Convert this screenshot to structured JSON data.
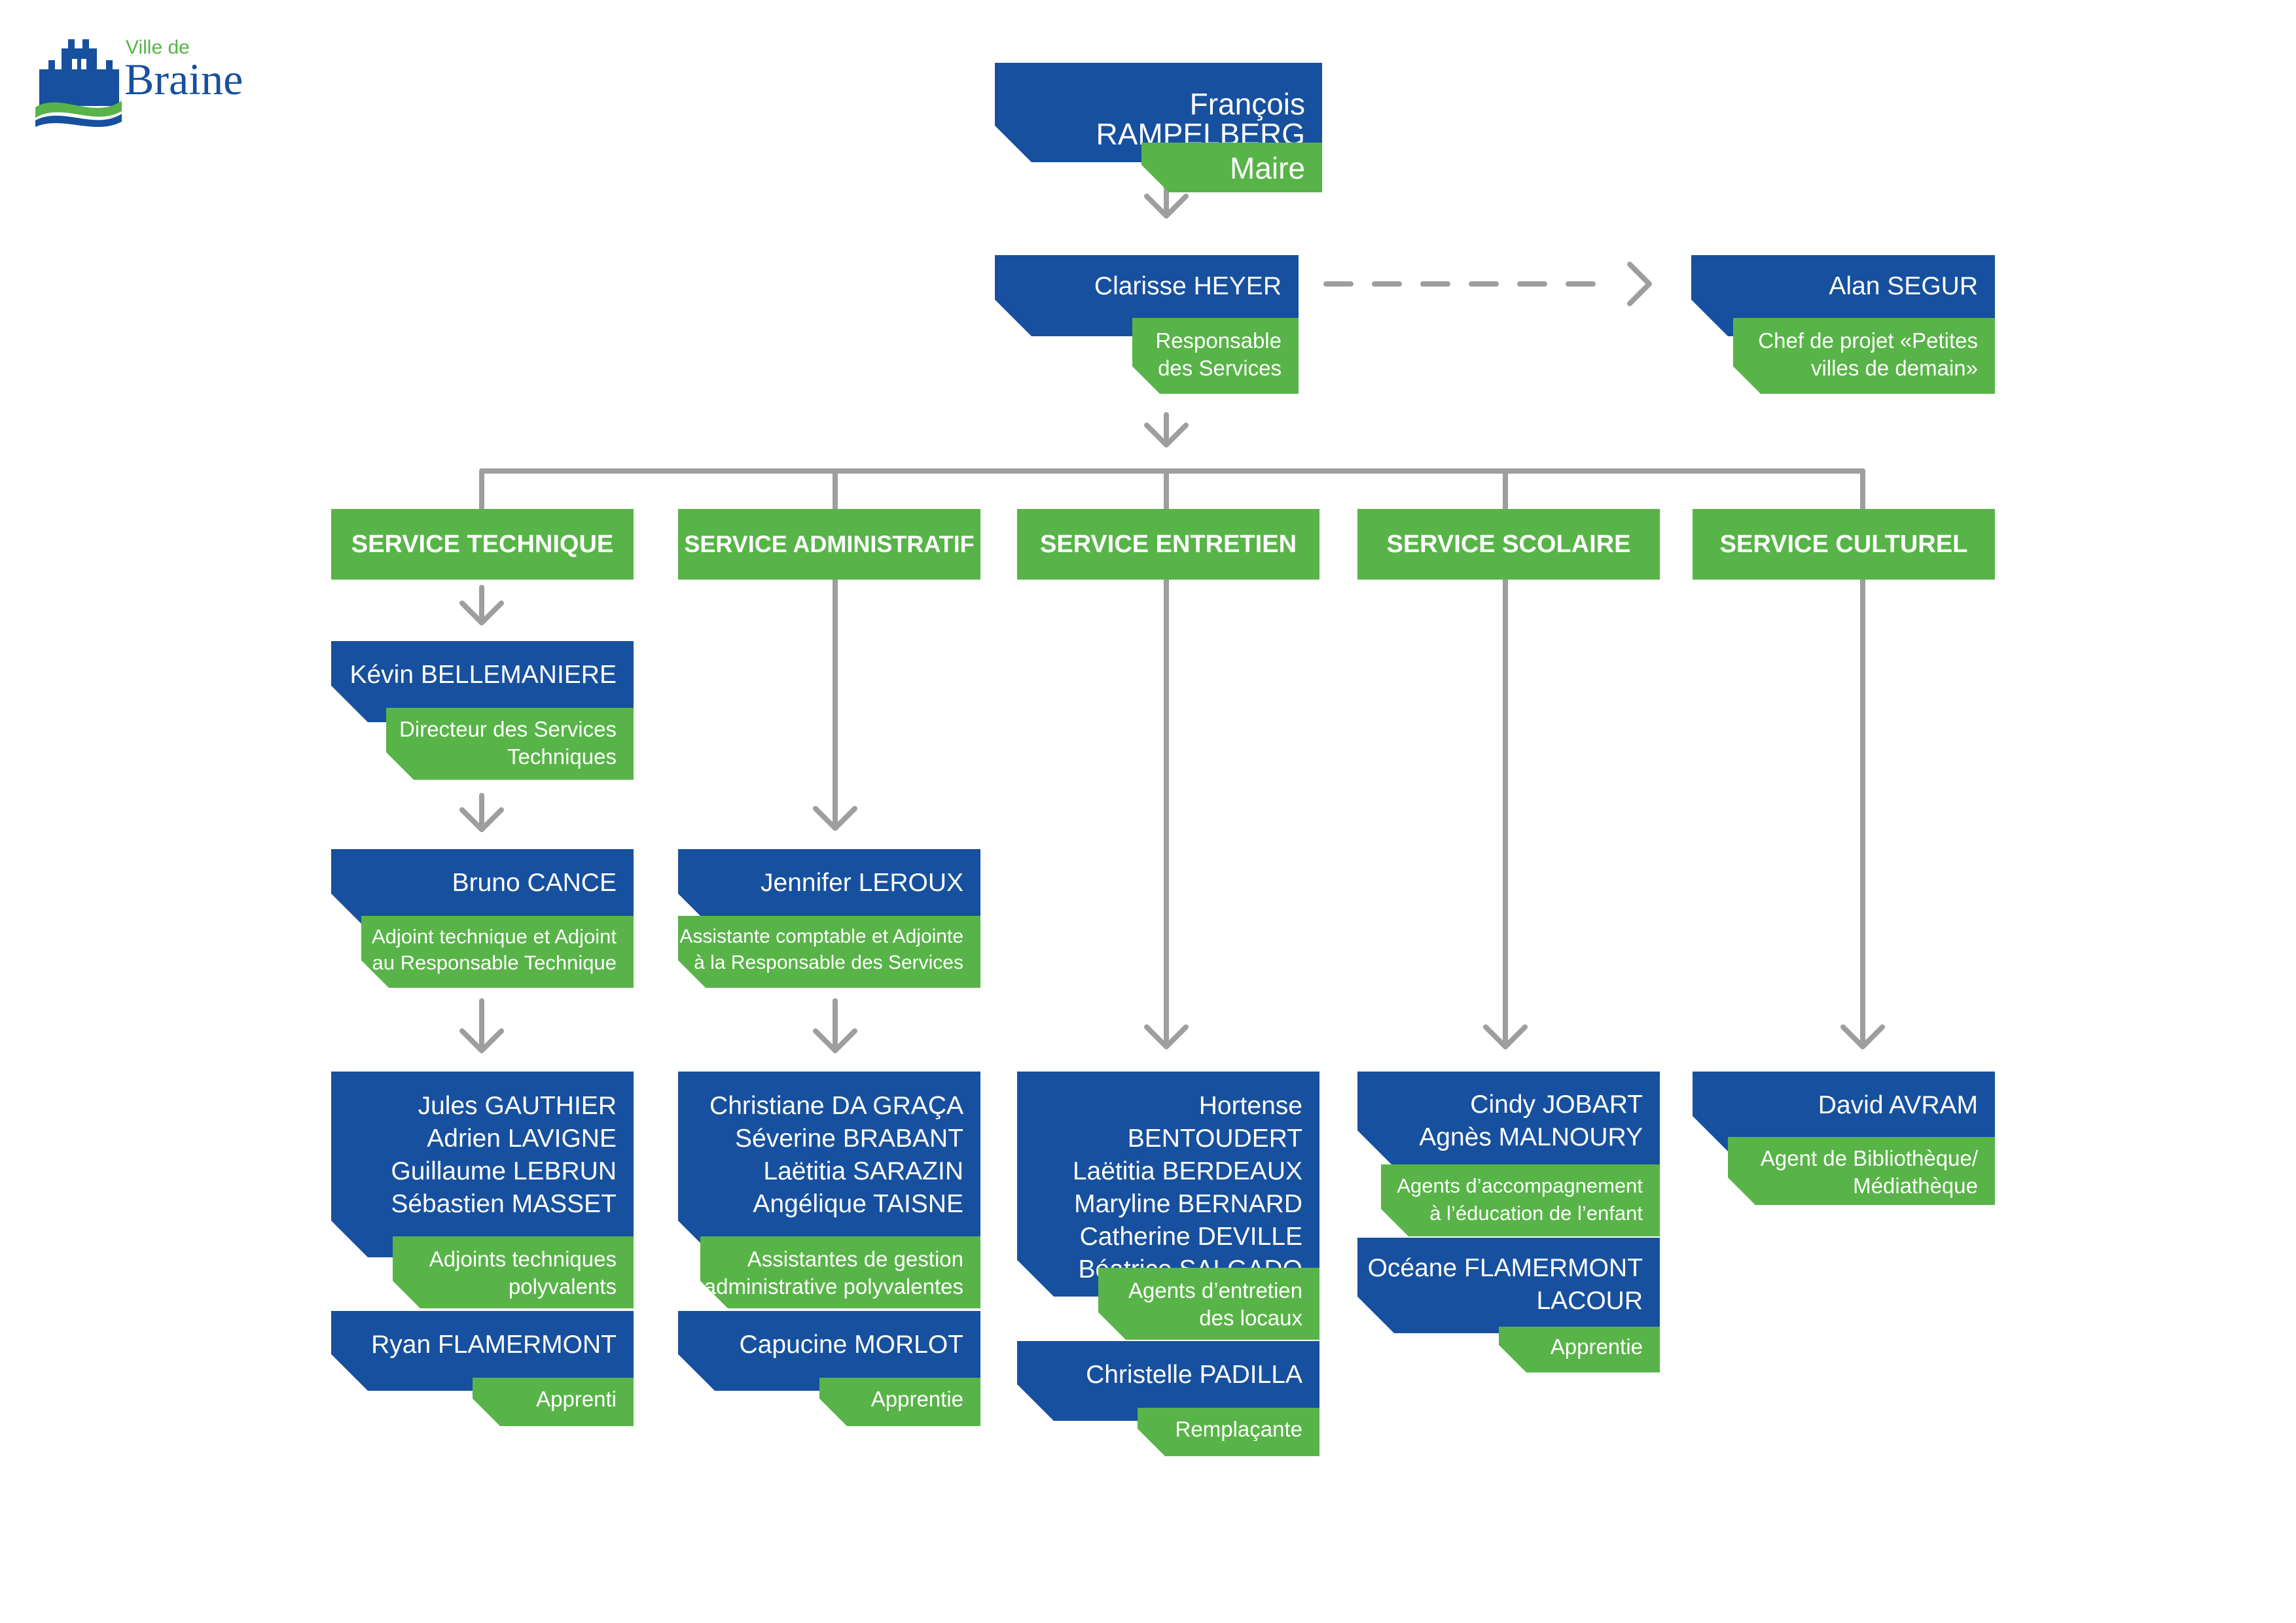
{
  "logo": {
    "ville": "Ville de",
    "name": "Braine"
  },
  "chart_data": {
    "type": "org-chart",
    "colors": {
      "name_box": "#17509e",
      "role_box": "#58b448",
      "connector": "#9e9e9e"
    },
    "mayor": {
      "name": "François RAMPELBERG",
      "role": "Maire"
    },
    "director": {
      "name": "Clarisse HEYER",
      "role": "Responsable\ndes Services"
    },
    "project_lead": {
      "name": "Alan SEGUR",
      "role": "Chef de projet «Petites\nvilles de demain»"
    },
    "services": [
      {
        "label": "SERVICE TECHNIQUE"
      },
      {
        "label": "SERVICE ADMINISTRATIF"
      },
      {
        "label": "SERVICE ENTRETIEN"
      },
      {
        "label": "SERVICE SCOLAIRE"
      },
      {
        "label": "SERVICE CULTUREL"
      }
    ],
    "people": {
      "bellemaniere": {
        "name": "Kévin BELLEMANIERE",
        "role": "Directeur des Services\nTechniques"
      },
      "cance": {
        "name": "Bruno CANCE",
        "role": "Adjoint technique et Adjoint\nau Responsable Technique"
      },
      "tech_team": {
        "name": "Jules GAUTHIER\nAdrien LAVIGNE\nGuillaume LEBRUN\nSébastien MASSET",
        "role": "Adjoints techniques\npolyvalents"
      },
      "flamermont_ryan": {
        "name": "Ryan FLAMERMONT",
        "role": "Apprenti"
      },
      "leroux": {
        "name": "Jennifer LEROUX",
        "role": "Assistante comptable et Adjointe\nà la Responsable des Services"
      },
      "admin_team": {
        "name": "Christiane DA GRAÇA\nSéverine BRABANT\nLaëtitia SARAZIN\nAngélique TAISNE",
        "role": "Assistantes de gestion\nadministrative polyvalentes"
      },
      "morlot": {
        "name": "Capucine MORLOT",
        "role": "Apprentie"
      },
      "entretien_team": {
        "name": "Hortense BENTOUDERT\nLaëtitia BERDEAUX\nMaryline BERNARD\nCatherine DEVILLE\nBéatrice SALGADO",
        "role": "Agents d’entretien\ndes locaux"
      },
      "padilla": {
        "name": "Christelle PADILLA",
        "role": "Remplaçante"
      },
      "scolaire_team": {
        "name": "Cindy JOBART\nAgnès MALNOURY",
        "role": "Agents d’accompagnement\nà l’éducation de l’enfant"
      },
      "flamermont_oceane": {
        "name": "Océane FLAMERMONT\nLACOUR",
        "role": "Apprentie"
      },
      "avram": {
        "name": "David AVRAM",
        "role": "Agent de Bibliothèque/\nMédiathèque"
      }
    }
  }
}
